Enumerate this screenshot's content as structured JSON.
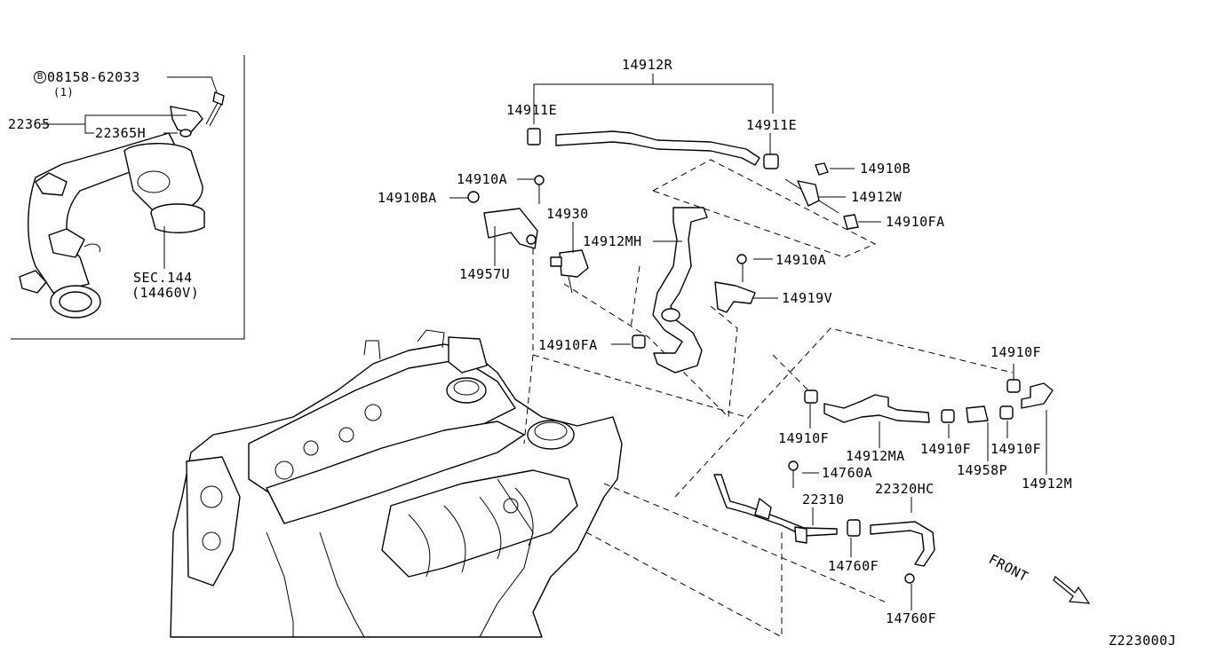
{
  "labels": {
    "bolt_code": "08158-62033",
    "bolt_marker": "B",
    "bolt_qty": "(1)",
    "p22365": "22365",
    "p22365h": "22365H",
    "sec144": "SEC.144",
    "sec144_ref": "(14460V)",
    "p14912r": "14912R",
    "p14911e_left": "14911E",
    "p14911e_right": "14911E",
    "p14910b": "14910B",
    "p14912w": "14912W",
    "p14910fa_top": "14910FA",
    "p14910a_left": "14910A",
    "p14910ba": "14910BA",
    "p14930": "14930",
    "p14912mh": "14912MH",
    "p14910a_right": "14910A",
    "p14957u": "14957U",
    "p14919v": "14919V",
    "p14910fa_mid": "14910FA",
    "p14910f_top": "14910F",
    "p14910f_left": "14910F",
    "p14912ma": "14912MA",
    "p14910f_mid1": "14910F",
    "p14910f_mid2": "14910F",
    "p14958p": "14958P",
    "p14912m": "14912M",
    "p14760a": "14760A",
    "p22310": "22310",
    "p22320hc": "22320HC",
    "p14760f_top": "14760F",
    "p14760f_bottom": "14760F",
    "front": "FRONT",
    "diagram_code": "Z223000J"
  },
  "icons": [
    "front-arrow-icon",
    "bolt-b-icon"
  ]
}
